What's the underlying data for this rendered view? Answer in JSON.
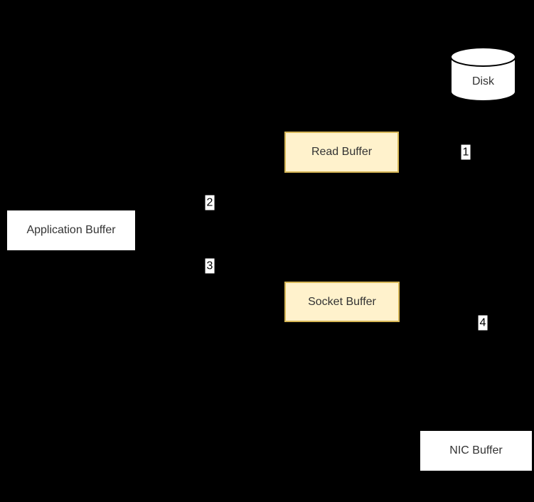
{
  "colors": {
    "background": "#000000",
    "buffer_fill": "#FFF2CC",
    "buffer_border": "#D6B656",
    "node_fill": "#FFFFFF",
    "node_stroke": "#000000",
    "text": "#333333",
    "label_bg": "#FFFFFF",
    "label_text": "#000000"
  },
  "diagram": {
    "nodes": [
      {
        "id": "disk",
        "label": "Disk",
        "shape": "cylinder"
      },
      {
        "id": "read-buffer",
        "label": "Read Buffer",
        "shape": "rect-accent"
      },
      {
        "id": "application-buffer",
        "label": "Application Buffer",
        "shape": "rect-plain"
      },
      {
        "id": "socket-buffer",
        "label": "Socket Buffer",
        "shape": "rect-accent"
      },
      {
        "id": "nic-buffer",
        "label": "NIC Buffer",
        "shape": "rect-plain"
      }
    ],
    "edge_labels": [
      {
        "id": "step-1",
        "label": "1"
      },
      {
        "id": "step-2",
        "label": "2"
      },
      {
        "id": "step-3",
        "label": "3"
      },
      {
        "id": "step-4",
        "label": "4"
      }
    ]
  }
}
